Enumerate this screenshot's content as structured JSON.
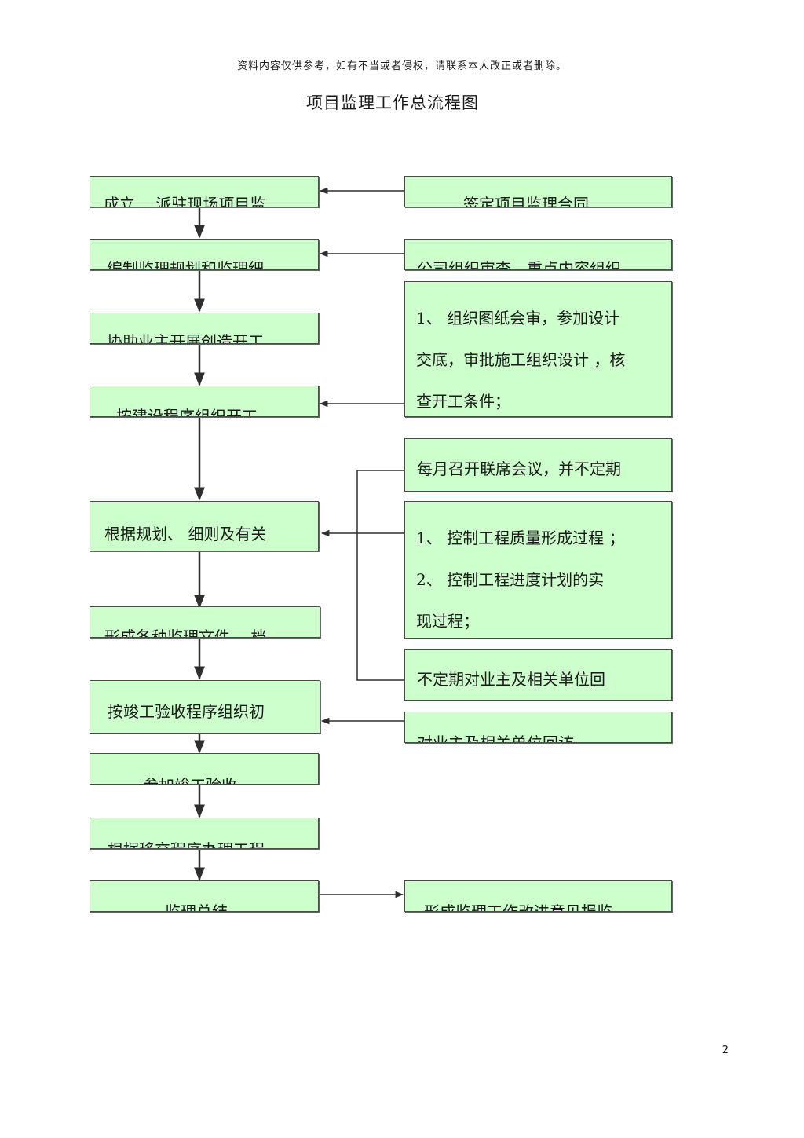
{
  "header": {
    "notice": "资料内容仅供参考，如有不当或者侵权，请联系本人改正或者删除。",
    "title": "项目监理工作总流程图",
    "page_number": "2"
  },
  "left_steps": [
    "成立、 派驻现场项目监",
    "编制监理规划和监理细",
    "协助业主开展创造开工",
    "按建设程序组织开工",
    "根据规划、 细则及有关",
    "形成各种监理文件、 档",
    "按竣工验收程序组织初",
    "参加竣工验收",
    "根据移交程序办理工程",
    "监理总结"
  ],
  "right_boxes": {
    "contract": "签定项目监理合同",
    "review": "公司组织审查，重点内容组织",
    "preparation": [
      "1、 组织图纸会审，参加设计",
      "交底，审批施工组织设计 ，核",
      "查开工条件；"
    ],
    "meeting": "每月召开联席会议，并不定期",
    "control": [
      "1、 控制工程质量形成过程 ；",
      "2、 控制工程进度计划的实",
      "现过程；"
    ],
    "report_irregular": "不定期对业主及相关单位回",
    "revisit": "对业主及相关单位回访",
    "improvement": "形成监理工作改进意见报监"
  },
  "colors": {
    "box_fill": "#ccffcc",
    "border": "#4a4a4a",
    "line": "#2e2e2e"
  }
}
